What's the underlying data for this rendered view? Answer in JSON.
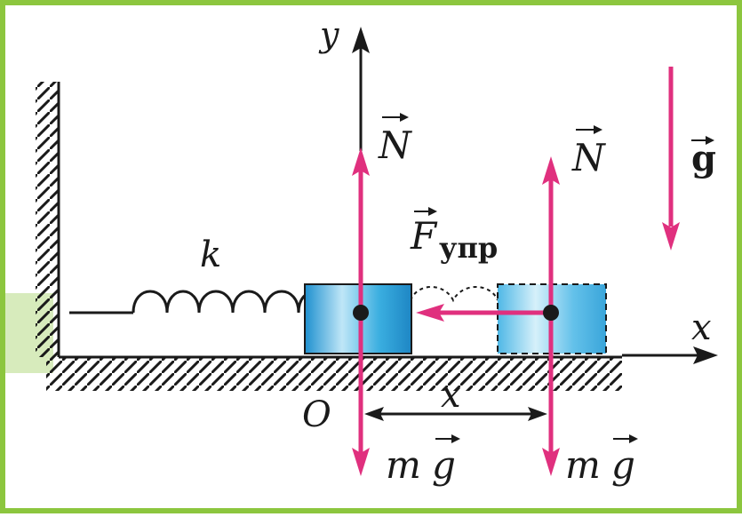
{
  "colors": {
    "frame": "#8cc63e",
    "force": "#e0307e",
    "block_fill": "#3aaee0",
    "block_light": "#bfe6f7",
    "ink": "#1a1a1a"
  },
  "labels": {
    "axis_y": "y",
    "axis_x": "x",
    "origin": "O",
    "spring_constant": "k",
    "normal_force_left": "N",
    "normal_force_right": "N",
    "gravity": "g",
    "elastic_force_main": "F",
    "elastic_force_sub": "упр",
    "displacement": "x",
    "weight_left_m": "m",
    "weight_left_g": "g",
    "weight_right_m": "m",
    "weight_right_g": "g"
  }
}
